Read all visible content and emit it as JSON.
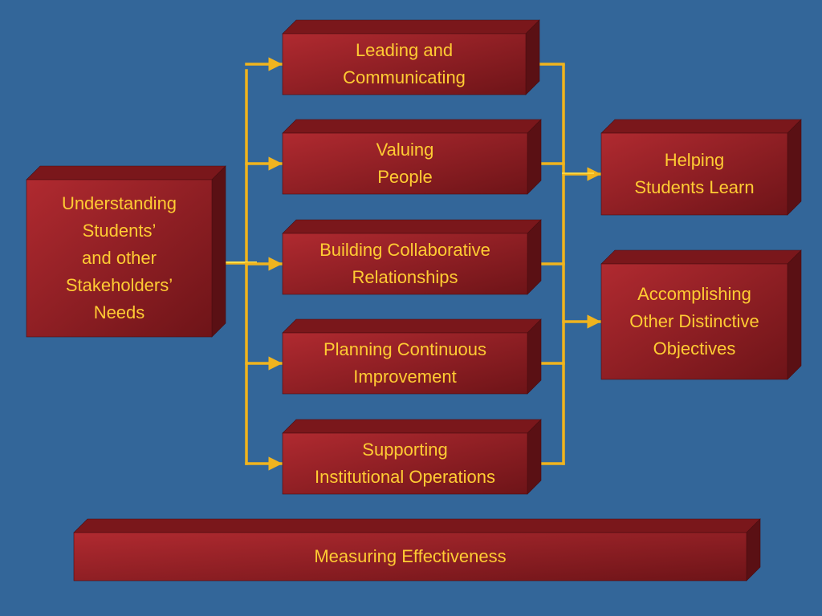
{
  "colors": {
    "background": "#336699",
    "box_front_light": "#b02a30",
    "box_front_dark": "#6e1418",
    "box_top": "#7a171b",
    "box_side": "#5a1014",
    "text": "#ffcc33",
    "connector": "#f0b41e",
    "connector_highlight": "#ffe14a"
  },
  "boxes": {
    "understanding": "Understanding\nStudents’\nand other\nStakeholders’\nNeeds",
    "leading": "Leading and\nCommunicating",
    "valuing": "Valuing\nPeople",
    "building": "Building Collaborative\nRelationships",
    "planning": "Planning Continuous\nImprovement",
    "supporting": "Supporting\nInstitutional Operations",
    "helping": "Helping\nStudents Learn",
    "accomplishing": "Accomplishing\nOther Distinctive\nObjectives",
    "measuring": "Measuring Effectiveness"
  },
  "edges": [
    {
      "from": "understanding",
      "to": "leading"
    },
    {
      "from": "understanding",
      "to": "valuing"
    },
    {
      "from": "understanding",
      "to": "building"
    },
    {
      "from": "understanding",
      "to": "planning"
    },
    {
      "from": "understanding",
      "to": "supporting"
    },
    {
      "from": "leading",
      "to": "helping"
    },
    {
      "from": "valuing",
      "to": "helping"
    },
    {
      "from": "building",
      "to": "helping"
    },
    {
      "from": "planning",
      "to": "accomplishing"
    },
    {
      "from": "supporting",
      "to": "accomplishing"
    }
  ]
}
